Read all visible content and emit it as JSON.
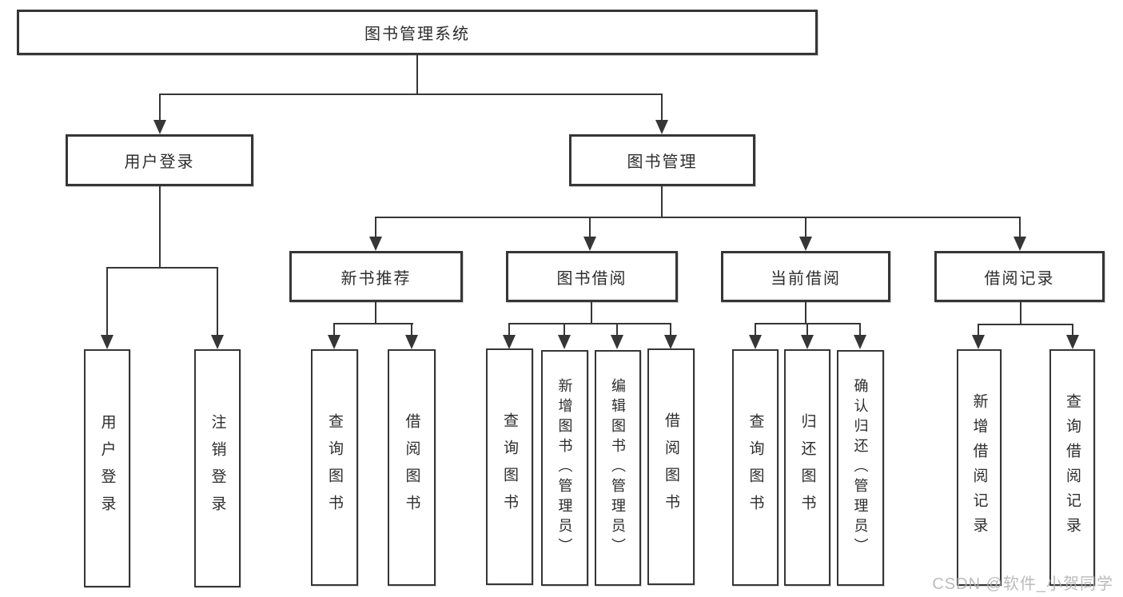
{
  "root": {
    "label": "图书管理系统"
  },
  "level2": [
    {
      "label": "用户登录"
    },
    {
      "label": "图书管理"
    }
  ],
  "level3": [
    {
      "label": "新书推荐"
    },
    {
      "label": "图书借阅"
    },
    {
      "label": "当前借阅"
    },
    {
      "label": "借阅记录"
    }
  ],
  "leaves": {
    "login": [
      {
        "label": "用户登录"
      },
      {
        "label": "注销登录"
      }
    ],
    "recommend": [
      {
        "label": "查询图书"
      },
      {
        "label": "借阅图书"
      }
    ],
    "borrow": [
      {
        "label": "查询图书"
      },
      {
        "label": "新增图书（管理员）"
      },
      {
        "label": "编辑图书（管理员）"
      },
      {
        "label": "借阅图书"
      }
    ],
    "current": [
      {
        "label": "查询图书"
      },
      {
        "label": "归还图书"
      },
      {
        "label": "确认归还（管理员）"
      }
    ],
    "records": [
      {
        "label": "新增借阅记录"
      },
      {
        "label": "查询借阅记录"
      }
    ]
  },
  "watermark": "CSDN @软件_小贺同学",
  "colors": {
    "line": "#363636",
    "text": "#2d2d2d",
    "watermark": "#b0b0b0",
    "background": "#ffffff"
  }
}
